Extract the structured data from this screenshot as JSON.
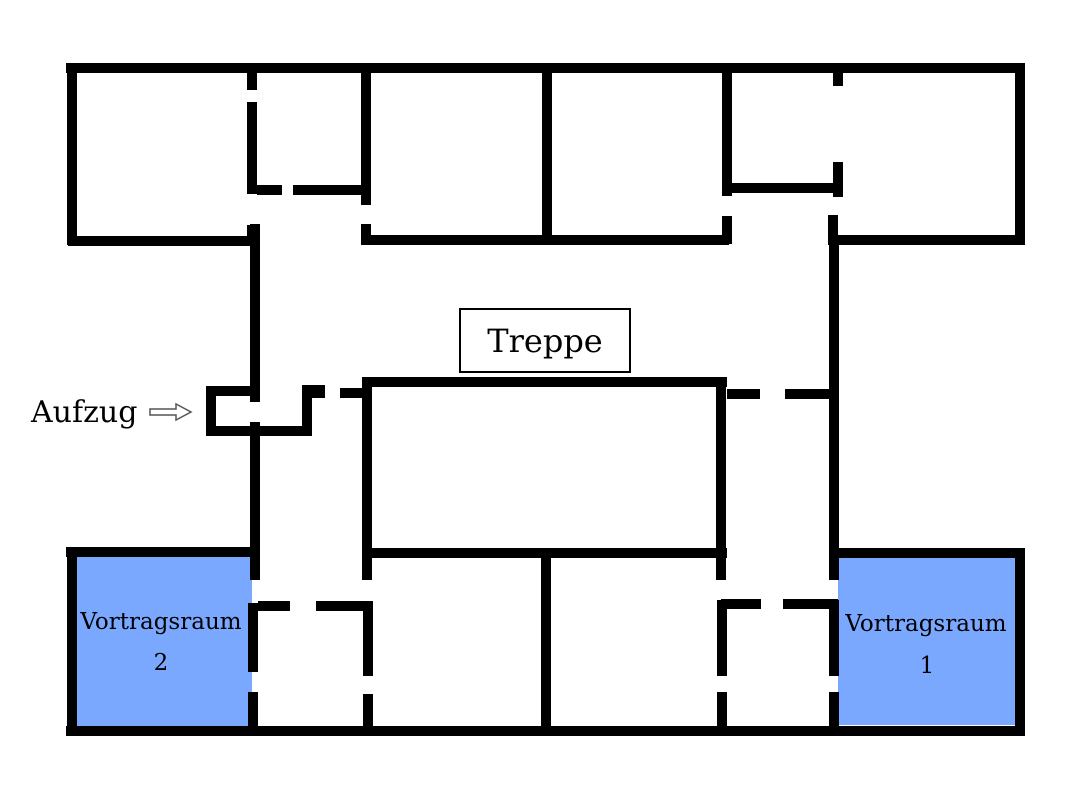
{
  "labels": {
    "stairs": "Treppe",
    "elevator": "Aufzug",
    "room1_line1": "Vortragsraum",
    "room1_line2": "1",
    "room2_line1": "Vortragsraum",
    "room2_line2": "2"
  },
  "colors": {
    "wall": "#000000",
    "highlight": "#7ba8ff",
    "background": "#ffffff"
  },
  "icons": {
    "elevator_pointer": "arrow-right-outline-icon"
  }
}
